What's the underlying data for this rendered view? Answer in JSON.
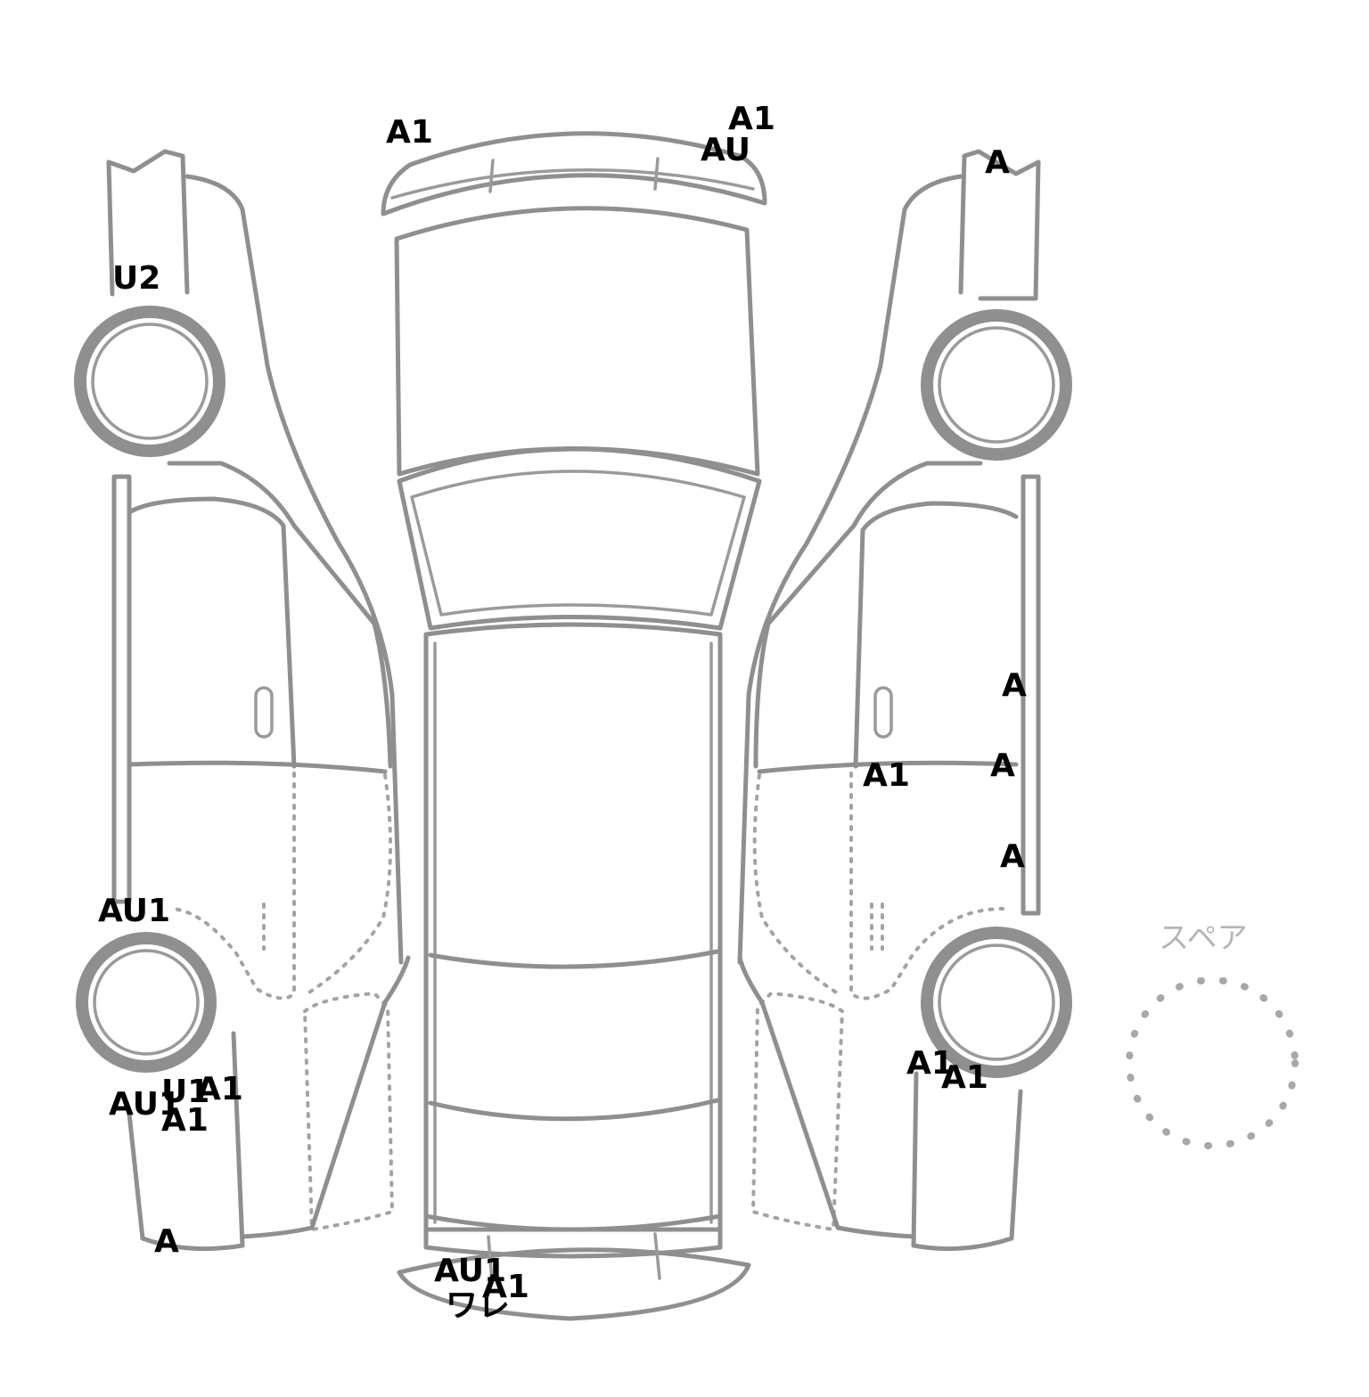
{
  "spare_label": "スペア",
  "damage_marks": {
    "roof_front_left": "A1",
    "roof_front_right_top": "A1",
    "roof_front_right": "AU",
    "right_front_fender": "A",
    "left_front_fender": "U2",
    "right_front_door": "A",
    "right_rear_door_top": "A",
    "right_door_lower": "A1",
    "right_rear_door": "A",
    "left_rear_wheel_arch": "AU1",
    "left_rear_quarter_a": "AU1",
    "left_rear_quarter_b": "U1",
    "left_rear_quarter_c": "A1",
    "left_rear_quarter_d": "A1",
    "left_rear_corner": "A",
    "right_rear_quarter_a": "A1",
    "right_rear_quarter_b": "A1",
    "rear_bumper_a": "AU1",
    "rear_bumper_b": "A1",
    "rear_bumper_c": "ワレ"
  }
}
